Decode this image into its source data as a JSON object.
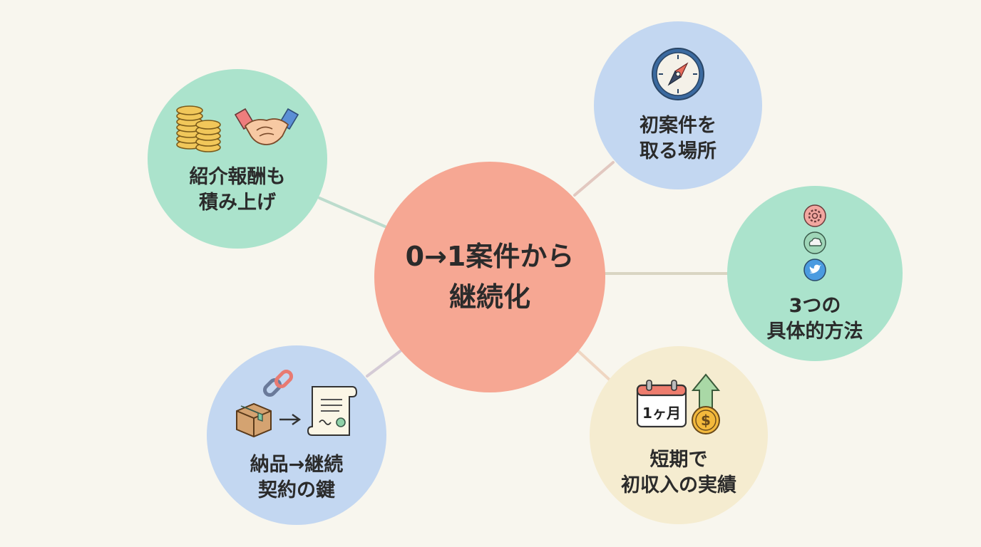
{
  "colors": {
    "background": "#f8f6ee",
    "center": "#f6a793",
    "mint": "#abe3cc",
    "blue": "#c3d7f1",
    "cream": "#f5ecd0"
  },
  "center": {
    "line1": "0→1案件から",
    "line2": "継続化"
  },
  "nodes": {
    "reward": {
      "line1": "紹介報酬も",
      "line2": "積み上げ",
      "icons": [
        "coins-icon",
        "handshake-icon"
      ]
    },
    "place": {
      "line1": "初案件を",
      "line2": "取る場所",
      "icons": [
        "compass-icon"
      ]
    },
    "methods": {
      "line1": "3つの",
      "line2": "具体的方法",
      "icons": [
        "gear-icon",
        "cloud-icon",
        "bird-icon"
      ]
    },
    "income": {
      "line1": "短期で",
      "line2": "初収入の実績",
      "icons": [
        "calendar-icon",
        "arrow-up-icon",
        "dollar-coin-icon"
      ],
      "calendar_text": "1ヶ月"
    },
    "delivery": {
      "line1": "納品→継続",
      "line2": "契約の鍵",
      "icons": [
        "box-icon",
        "arrow-right-icon",
        "contract-scroll-icon",
        "chain-link-icon"
      ]
    }
  }
}
